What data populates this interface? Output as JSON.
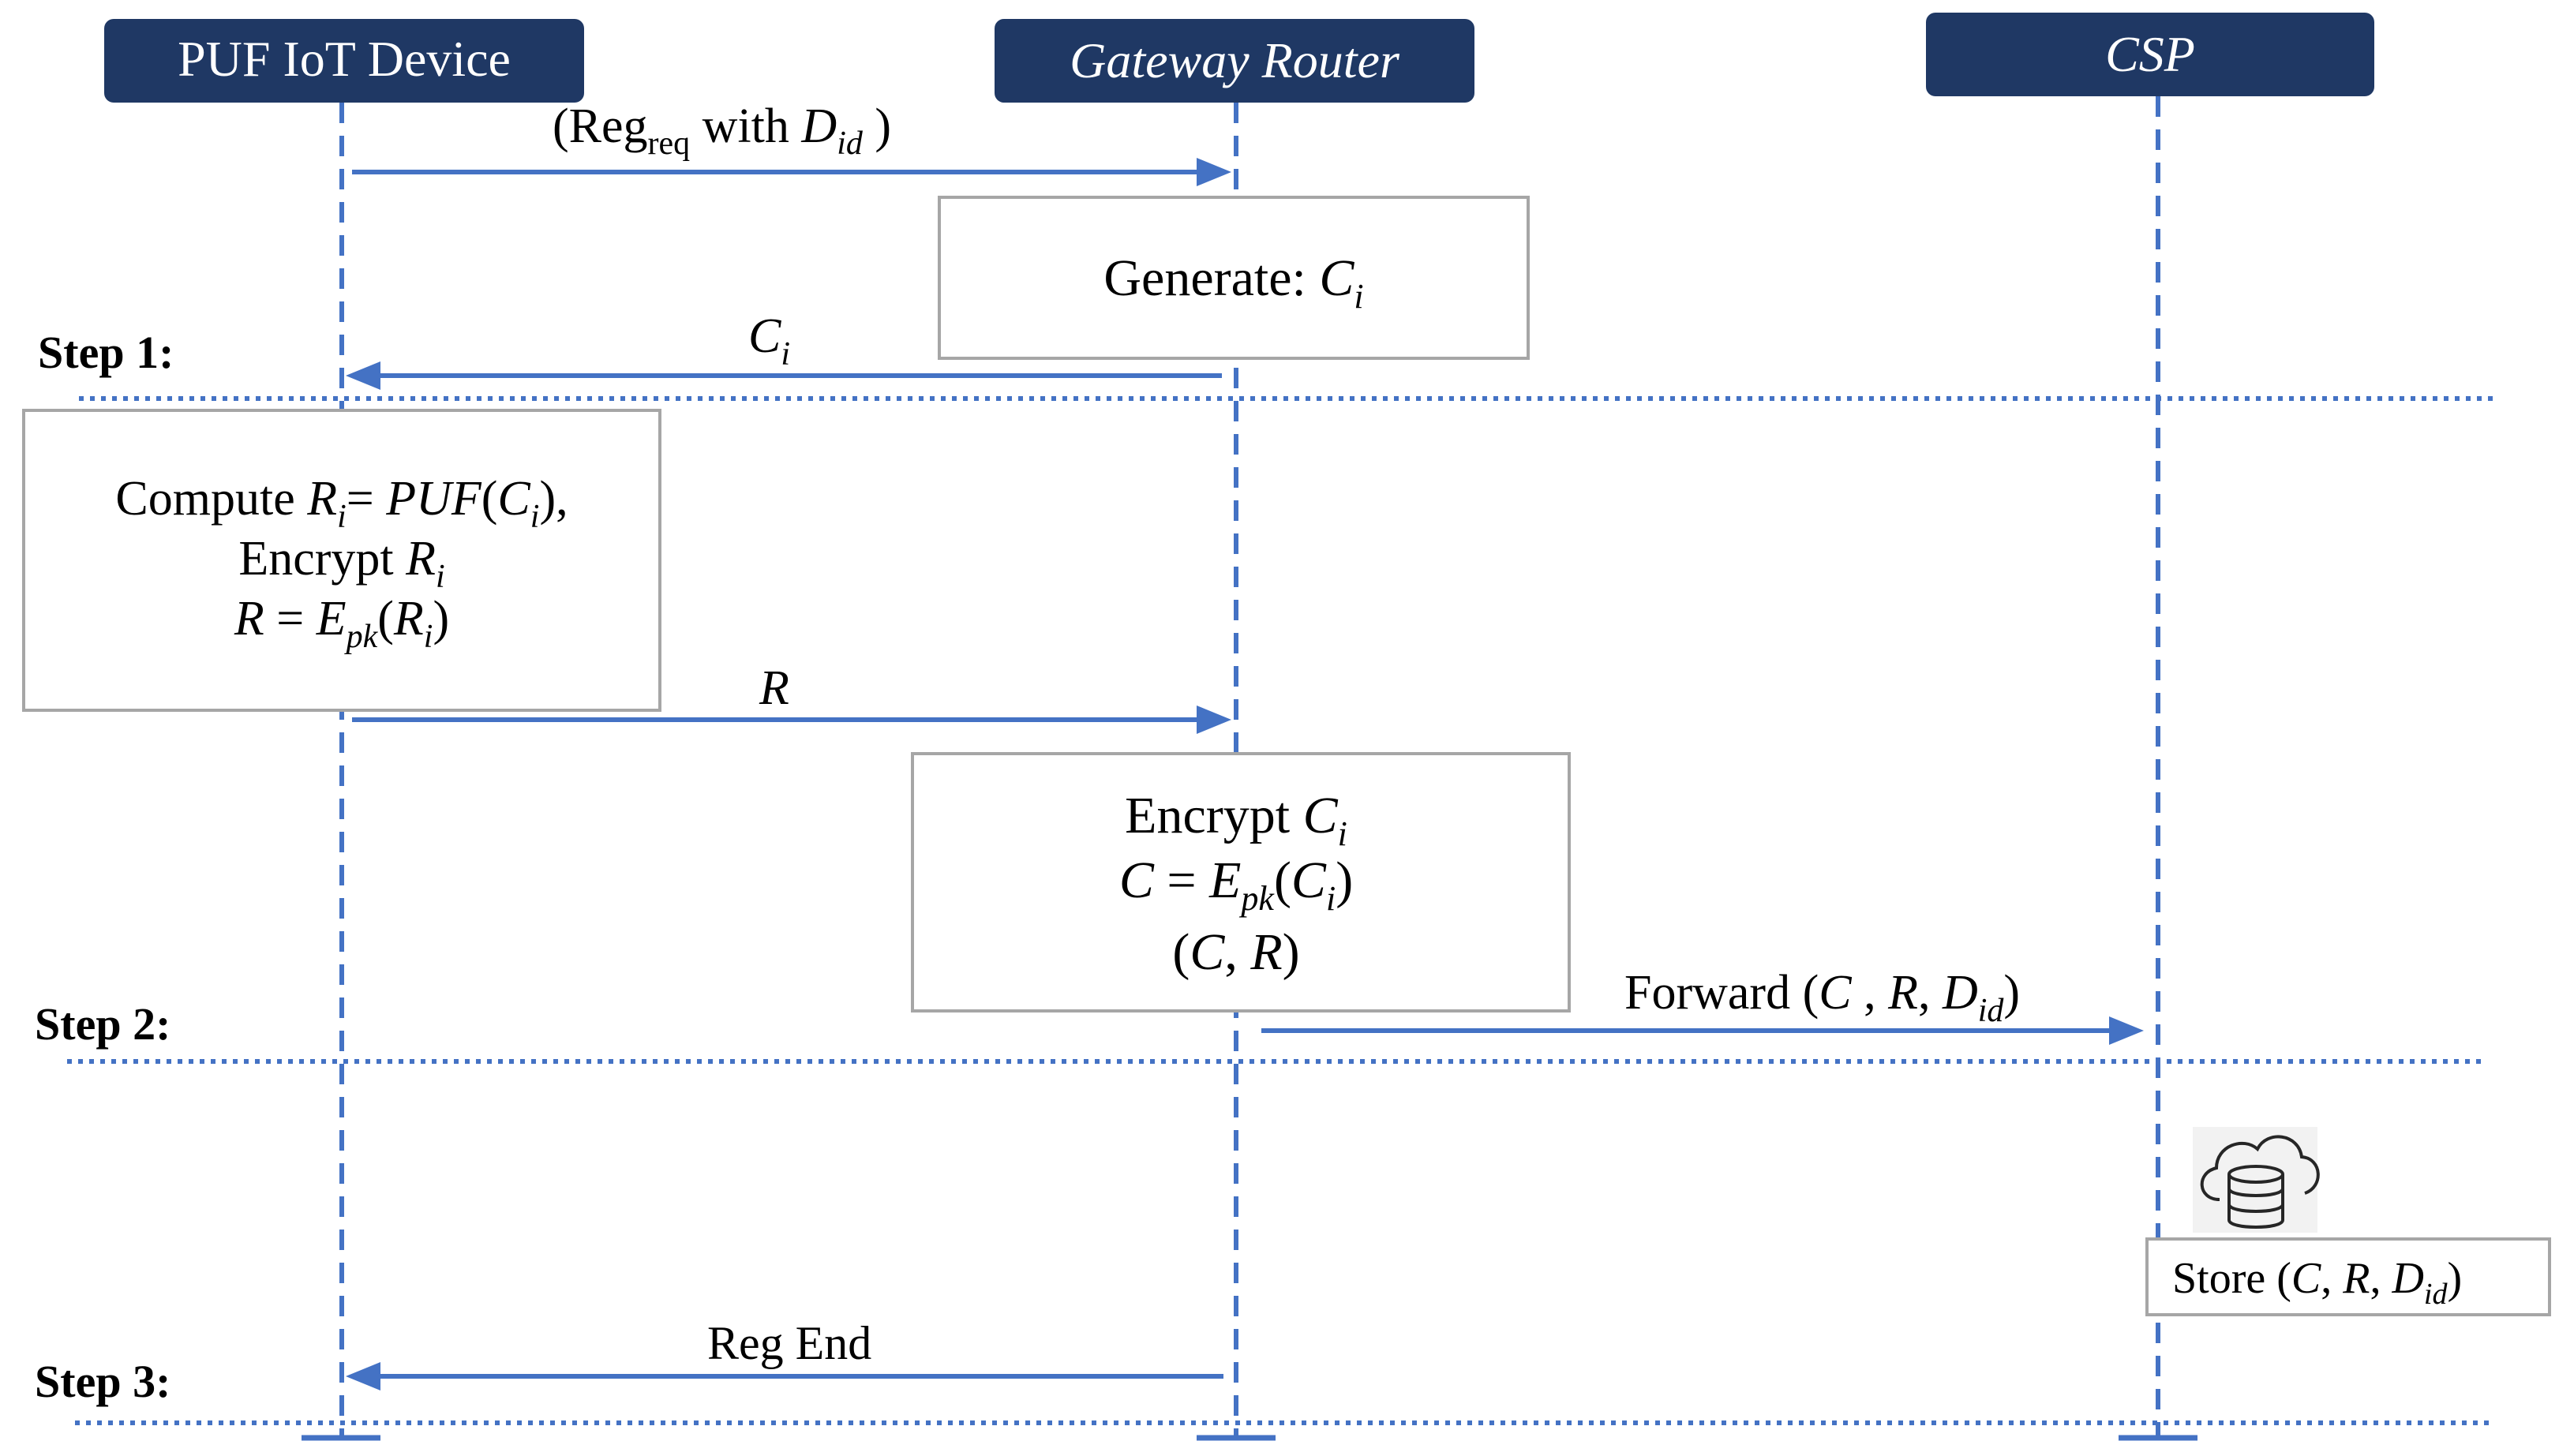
{
  "actors": {
    "device": "PUF IoT Device",
    "gateway": "Gateway Router",
    "csp": "CSP"
  },
  "steps": {
    "step1": "Step 1:",
    "step2": "Step 2:",
    "step3": "Step 3:"
  },
  "messages": {
    "reg_req": {
      "open": "(Reg",
      "sub": "req",
      "mid": " with ",
      "var": "D",
      "var_sub": "id",
      "close": " )"
    },
    "ci_return": {
      "var": "C",
      "sub": "i"
    },
    "r_send": {
      "var": "R"
    },
    "forward": {
      "word": "Forward ",
      "open": "(",
      "c": "C",
      "sep1": " , ",
      "r": "R",
      "sep2": ", ",
      "d": "D",
      "d_sub": "id",
      "close": ")"
    },
    "reg_end": "Reg End"
  },
  "notes": {
    "generate": {
      "word": "Generate: ",
      "var": "C",
      "sub": "i"
    },
    "compute": {
      "line1_word": "Compute ",
      "line1_r": "R",
      "line1_r_sub": "i",
      "line1_eq": "= ",
      "line1_fn": "PUF",
      "line1_open": "(",
      "line1_c": "C",
      "line1_c_sub": "i",
      "line1_close": "),",
      "line2_word": "Encrypt ",
      "line2_r": "R",
      "line2_r_sub": "i",
      "line3_r": "R",
      "line3_eq": " = ",
      "line3_e": "E",
      "line3_e_sub": "pk",
      "line3_open": "(",
      "line3_arg": "R",
      "line3_arg_sub": "i",
      "line3_close": ")"
    },
    "encrypt_c": {
      "line1_word": "Encrypt ",
      "line1_c": "C",
      "line1_c_sub": "i",
      "line2_c": "C",
      "line2_eq": " = ",
      "line2_e": "E",
      "line2_e_sub": "pk",
      "line2_open": "(",
      "line2_arg": "C",
      "line2_arg_sub": "i",
      "line2_close": ")",
      "line3_open": "(",
      "line3_c": "C",
      "line3_sep": ", ",
      "line3_r": "R",
      "line3_close": ")"
    },
    "store": {
      "word": "Store ",
      "open": "(",
      "c": "C",
      "sep1": ", ",
      "r": "R",
      "sep2": ",  ",
      "d": "D",
      "d_sub": "id",
      "close": ")"
    }
  },
  "icons": {
    "storage": "cloud-database-icon"
  },
  "colors": {
    "actor_fill": "#1f3864",
    "line": "#4472c4",
    "note_border": "#a6a6a6"
  }
}
